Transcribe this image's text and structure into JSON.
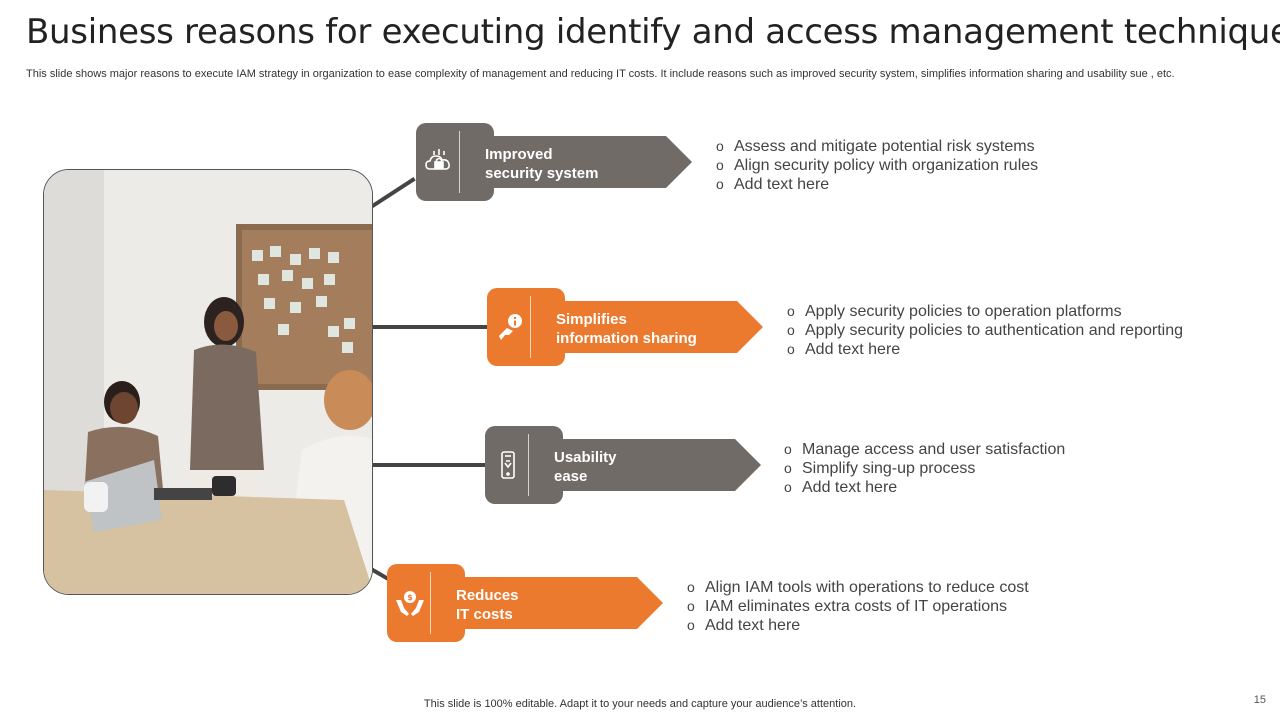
{
  "title": "Business reasons for executing identify and access management technique",
  "subtitle": "This slide shows major reasons to execute IAM  strategy in organization to ease complexity of management and reducing IT costs. It include reasons such as improved security system, simplifies information sharing and usability sue , etc.",
  "items": [
    {
      "icon": "cloud-lock-icon",
      "label_line1": "Improved",
      "label_line2": "security system",
      "color": "#716b68",
      "points": [
        "Assess and mitigate potential risk systems",
        "Align security policy with organization rules",
        "Add text here"
      ]
    },
    {
      "icon": "hand-info-icon",
      "label_line1": "Simplifies",
      "label_line2": "information sharing",
      "color": "#ec7a2e",
      "points": [
        "Apply security policies to operation platforms",
        "Apply security policies to authentication  and reporting",
        "Add text here"
      ]
    },
    {
      "icon": "smartphone-icon",
      "label_line1": "Usability",
      "label_line2": "ease",
      "color": "#716b68",
      "points": [
        "Manage access and user satisfaction",
        "Simplify sing-up process",
        "Add text here"
      ]
    },
    {
      "icon": "hands-money-icon",
      "label_line1": "Reduces",
      "label_line2": "IT costs",
      "color": "#ec7a2e",
      "points": [
        "Align IAM tools with operations to reduce cost",
        "IAM eliminates extra costs of IT operations",
        "Add text here"
      ]
    }
  ],
  "footer": "This slide is 100% editable. Adapt it to your needs and capture your audience’s attention.",
  "page_number": "15"
}
